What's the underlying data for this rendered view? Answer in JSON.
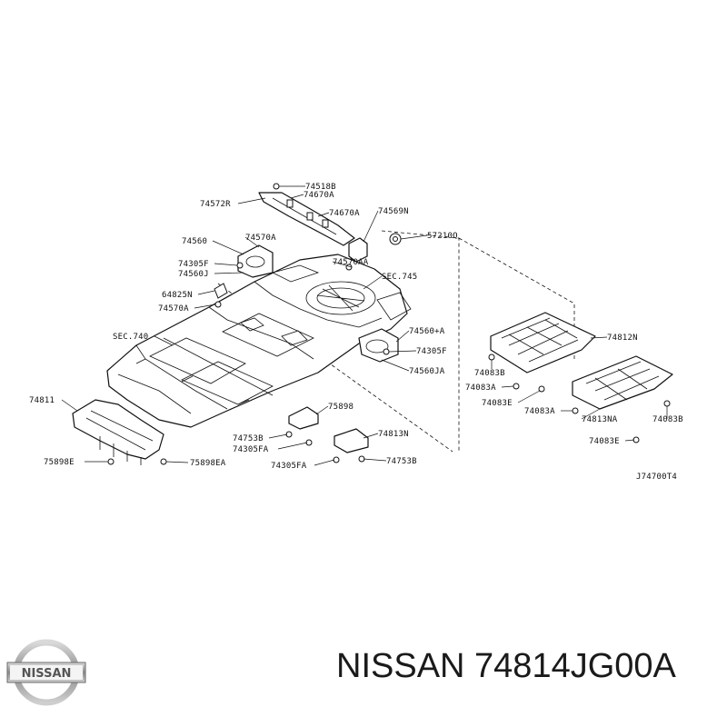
{
  "diagram": {
    "ref_code": "J74700T4",
    "callouts": {
      "c74518B": "74518B",
      "c74670A_1": "74670A",
      "c74572R": "74572R",
      "c74670A_2": "74670A",
      "c74569N": "74569N",
      "c74560": "74560",
      "c74570A_1": "74570A",
      "c57210Q": "57210Q",
      "c74305F_1": "74305F",
      "c74570AA": "74570AA",
      "c74560J": "74560J",
      "cSEC745": "SEC.745",
      "c64825N": "64825N",
      "c74570A_2": "74570A",
      "cSEC740": "SEC.740",
      "c74560A": "74560+A",
      "c74305F_2": "74305F",
      "c74560JA": "74560JA",
      "c74812N": "74812N",
      "c74083B_1": "74083B",
      "c74083A_1": "74083A",
      "c74083E_1": "74083E",
      "c74083A_2": "74083A",
      "c74813NA": "74813NA",
      "c74083B_2": "74083B",
      "c74083E_2": "74083E",
      "c74811": "74811",
      "c75898": "75898",
      "c74753B_1": "74753B",
      "c74305FA_1": "74305FA",
      "c74813N": "74813N",
      "c74305FA_2": "74305FA",
      "c74753B_2": "74753B",
      "c75898E": "75898E",
      "c75898EA": "75898EA"
    }
  },
  "footer": {
    "brand": "NISSAN",
    "part_number": "74814JG00A",
    "title": "NISSAN 74814JG00A"
  }
}
